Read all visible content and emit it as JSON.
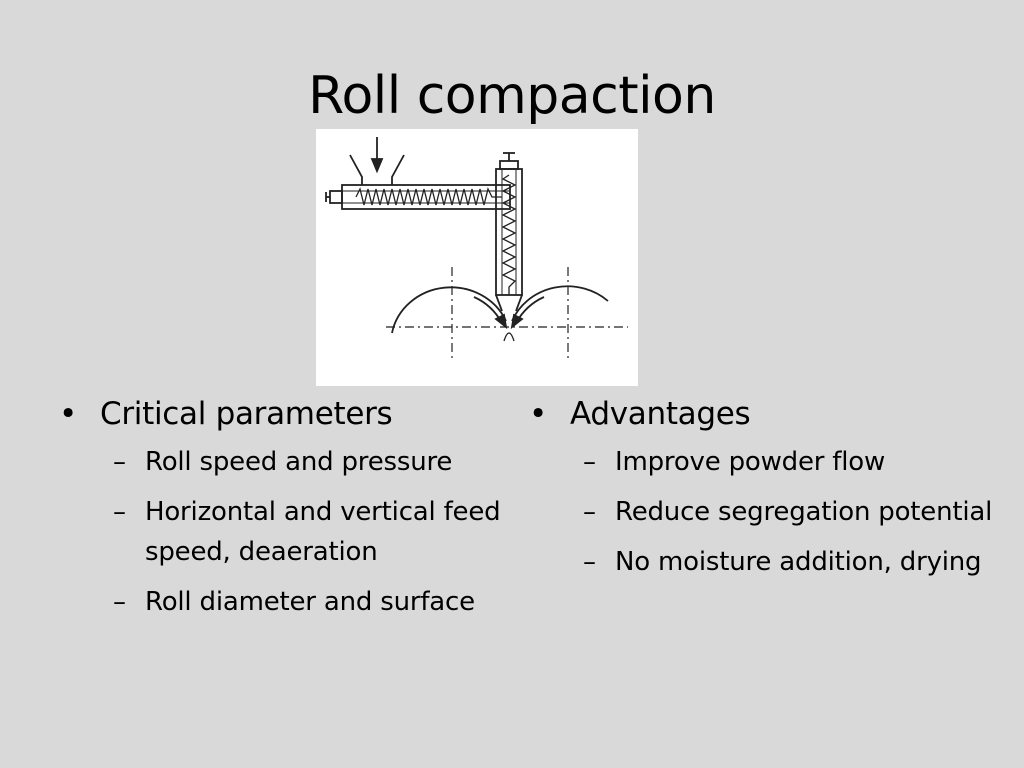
{
  "slide": {
    "title": "Roll compaction",
    "left_column": {
      "heading": "Critical parameters",
      "items": [
        "Roll speed and pressure",
        "Horizontal and vertical feed speed, deaeration",
        "Roll diameter and surface"
      ]
    },
    "right_column": {
      "heading": "Advantages",
      "items": [
        "Improve powder flow",
        "Reduce segregation potential",
        "No moisture addition, drying"
      ]
    },
    "bullet_glyph": "•",
    "dash_glyph": "–"
  }
}
